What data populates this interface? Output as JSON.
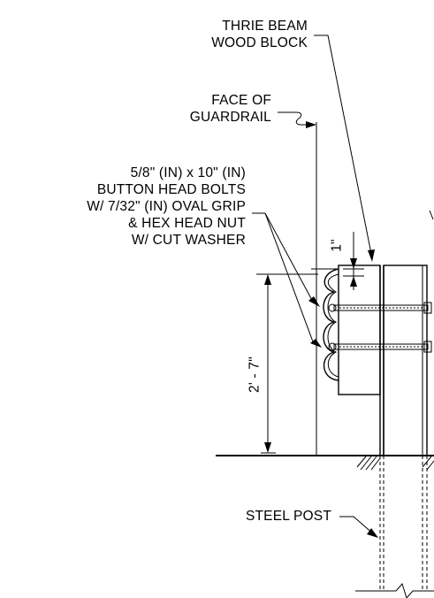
{
  "labels": {
    "thrie_beam_block": [
      "THRIE BEAM",
      "WOOD BLOCK"
    ],
    "face_of_guardrail": [
      "FACE OF",
      "GUARDRAIL"
    ],
    "bolts": [
      "5/8\" (IN) x 10\" (IN)",
      "BUTTON HEAD BOLTS",
      "W/ 7/32\" (IN) OVAL GRIP",
      "& HEX HEAD NUT",
      "W/ CUT WASHER"
    ],
    "dim_offset": "1\"",
    "dim_height": "2' - 7\"",
    "steel_post": "STEEL POST"
  }
}
